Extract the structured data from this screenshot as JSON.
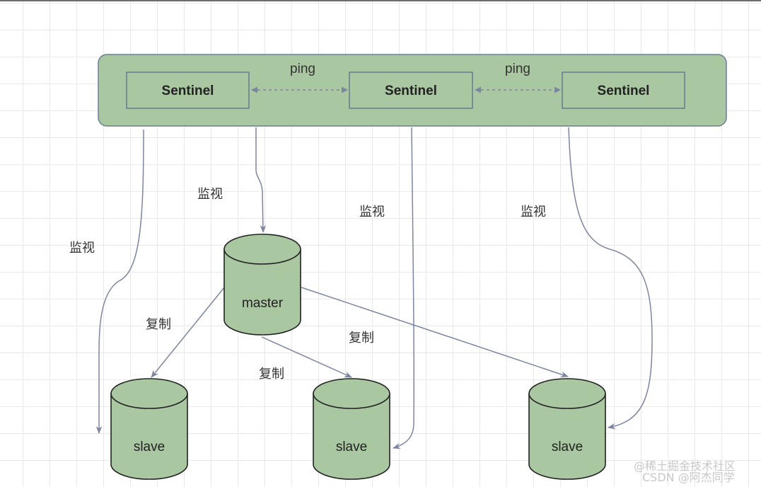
{
  "sentinels": [
    {
      "label": "Sentinel"
    },
    {
      "label": "Sentinel"
    },
    {
      "label": "Sentinel"
    }
  ],
  "ping_labels": [
    "ping",
    "ping"
  ],
  "monitor_labels": [
    "监视",
    "监视",
    "监视",
    "监视"
  ],
  "master": {
    "label": "master"
  },
  "slaves": [
    {
      "label": "slave"
    },
    {
      "label": "slave"
    },
    {
      "label": "slave"
    }
  ],
  "replicate_labels": [
    "复制",
    "复制",
    "复制"
  ],
  "watermark": {
    "line1": "@稀土掘金技术社区",
    "line2": "CSDN @阿杰同学"
  }
}
